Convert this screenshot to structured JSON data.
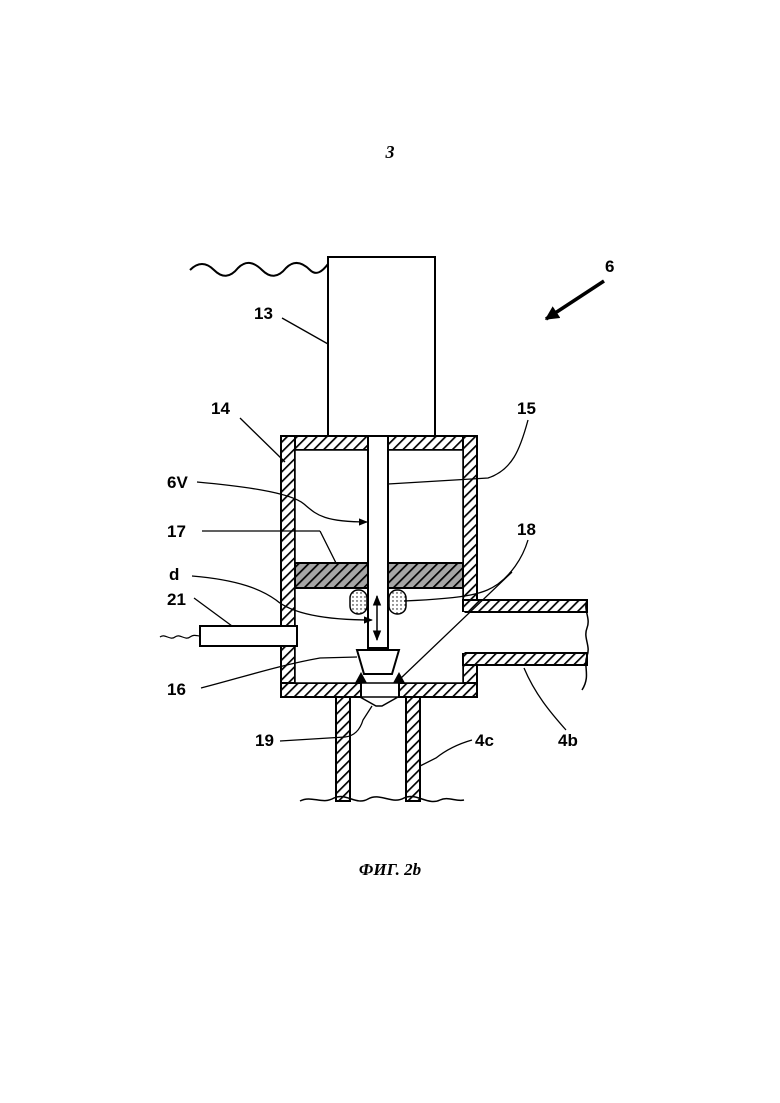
{
  "page": {
    "number": "3"
  },
  "figure": {
    "caption": "ФИГ. 2b",
    "labels": {
      "assembly": "6",
      "actuator": "13",
      "housing": "14",
      "stem": "15",
      "flow_direction": "6V",
      "partition": "17",
      "stroke": "d",
      "seat": "18",
      "side_pipe": "21",
      "valve_plug": "16",
      "orifice": "19",
      "outlet_pipe": "4c",
      "inlet_pipe": "4b"
    }
  }
}
